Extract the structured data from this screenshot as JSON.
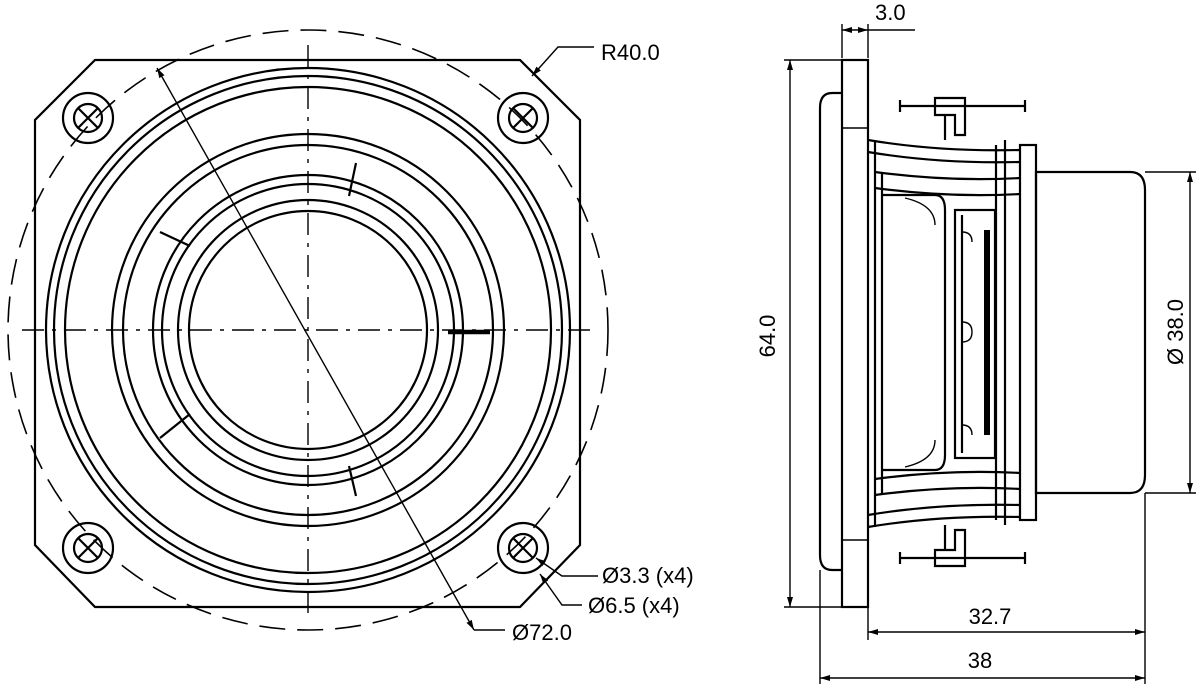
{
  "labels": {
    "radius": "R40.0",
    "hole_small": "Ø3.3 (x4)",
    "hole_large": "Ø6.5 (x4)",
    "circle_dia": "Ø72.0",
    "flange_thickness": "3.0",
    "height": "64.0",
    "magnet_dia": "Ø 38.0",
    "depth_inner": "32.7",
    "depth_total": "38"
  }
}
